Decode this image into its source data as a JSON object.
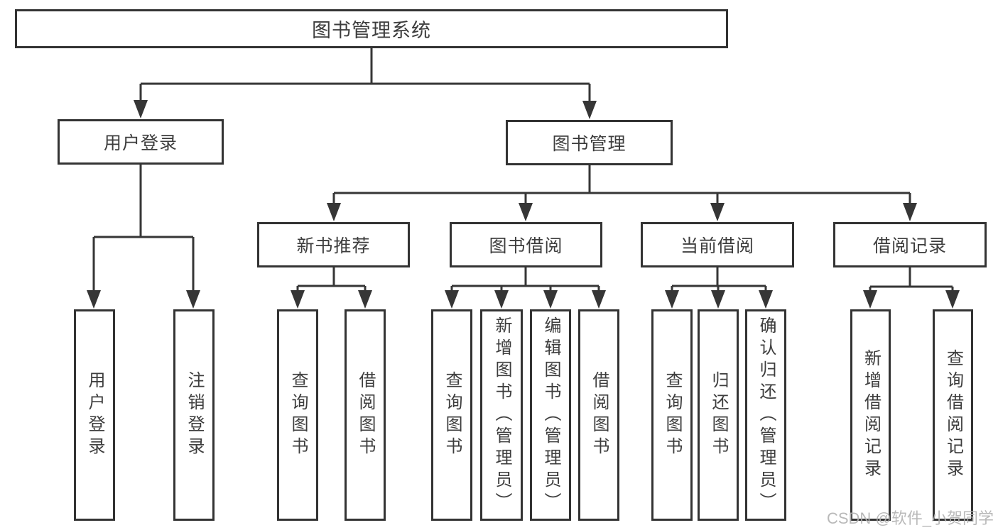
{
  "diagram": {
    "title": "图书管理系统",
    "root": {
      "label": "图书管理系统"
    },
    "level2": [
      {
        "label": "用户登录"
      },
      {
        "label": "图书管理"
      }
    ],
    "level3": [
      {
        "label": "新书推荐"
      },
      {
        "label": "图书借阅"
      },
      {
        "label": "当前借阅"
      },
      {
        "label": "借阅记录"
      }
    ],
    "leaves": [
      {
        "label": "用户登录",
        "parent": "用户登录"
      },
      {
        "label": "注销登录",
        "parent": "用户登录"
      },
      {
        "label": "查询图书",
        "parent": "新书推荐"
      },
      {
        "label": "借阅图书",
        "parent": "新书推荐"
      },
      {
        "label": "查询图书",
        "parent": "图书借阅"
      },
      {
        "label": "新增图书（管理员）",
        "parent": "图书借阅"
      },
      {
        "label": "编辑图书（管理员）",
        "parent": "图书借阅"
      },
      {
        "label": "借阅图书",
        "parent": "图书借阅"
      },
      {
        "label": "查询图书",
        "parent": "当前借阅"
      },
      {
        "label": "归还图书",
        "parent": "当前借阅"
      },
      {
        "label": "确认归还（管理员）",
        "parent": "当前借阅"
      },
      {
        "label": "新增借阅记录",
        "parent": "借阅记录"
      },
      {
        "label": "查询借阅记录",
        "parent": "借阅记录"
      }
    ]
  },
  "watermark": {
    "text": "CSDN @软件_小贺同学"
  },
  "colors": {
    "line": "#363636",
    "box_border": "#333333",
    "text": "#3d3d3d",
    "watermark": "#b2b2b2",
    "background": "#ffffff"
  }
}
